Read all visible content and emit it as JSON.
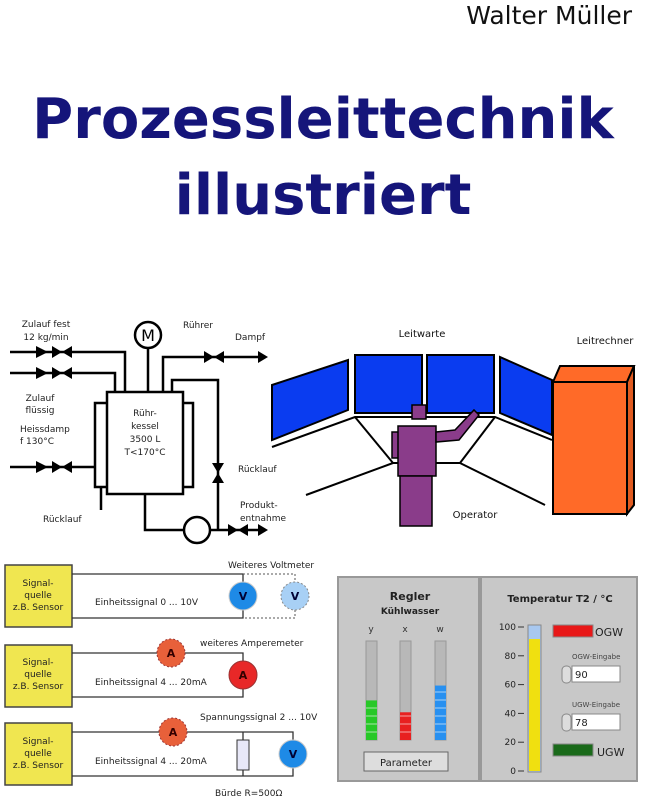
{
  "cover": {
    "author": "Walter Müller",
    "title_line1": "Prozessleittechnik",
    "title_line2": "illustriert",
    "title_color": "#15157a"
  },
  "process": {
    "inlet_solid": [
      "Zulauf fest",
      "12 kg/min"
    ],
    "inlet_liquid": [
      "Zulauf",
      "flüssig"
    ],
    "steam_in": [
      "Heissdamp",
      "f 130°C"
    ],
    "return_left": "Rücklauf",
    "vessel": [
      "Rühr-",
      "kessel",
      "3500 L",
      "T<170°C"
    ],
    "stirrer": "Rührer",
    "steam_out": "Dampf",
    "return_right": "Rücklauf",
    "product": [
      "Produkt-",
      "entnahme"
    ]
  },
  "control_room": {
    "control_room_label": "Leitwarte",
    "computer_label": "Leitrechner",
    "operator_label": "Operator",
    "screen_color": "#0a3cf0",
    "computer_color": "#ff6a28",
    "operator_color": "#8a3c8a"
  },
  "circuits": {
    "source_label": [
      "Signal-",
      "quelle",
      "z.B. Sensor"
    ],
    "c1_signal": "Einheitssignal 0 ... 10V",
    "c1_extra": "Weiteres Voltmeter",
    "c2_signal": "Einheitssignal 4 ... 20mA",
    "c2_extra": "weiteres Amperemeter",
    "c3_signal": "Einheitssignal 4 ... 20mA",
    "c3_voltage": "Spannungssignal 2 ... 10V",
    "c3_burden": "Bürde R=500Ω",
    "voltmeter_symbol": "V",
    "ammeter_symbol": "A"
  },
  "panel": {
    "controller_title": "Regler",
    "controller_subtitle": "Kühlwasser",
    "bars": [
      {
        "label": "y",
        "level_pct": 40,
        "color": "#28c828"
      },
      {
        "label": "x",
        "level_pct": 28,
        "color": "#e82020"
      },
      {
        "label": "w",
        "level_pct": 55,
        "color": "#2890f0"
      }
    ],
    "parameter_button": "Parameter",
    "temp_title": "Temperatur T2 / °C",
    "temp_scale": [
      "100",
      "80",
      "60",
      "40",
      "20",
      "0"
    ],
    "temp_value": 91,
    "ogw_label": "OGW",
    "ogw_input_label": "OGW-Eingabe",
    "ogw_value": "90",
    "ugw_input_label": "UGW-Eingabe",
    "ugw_value": "78",
    "ugw_label": "UGW"
  }
}
